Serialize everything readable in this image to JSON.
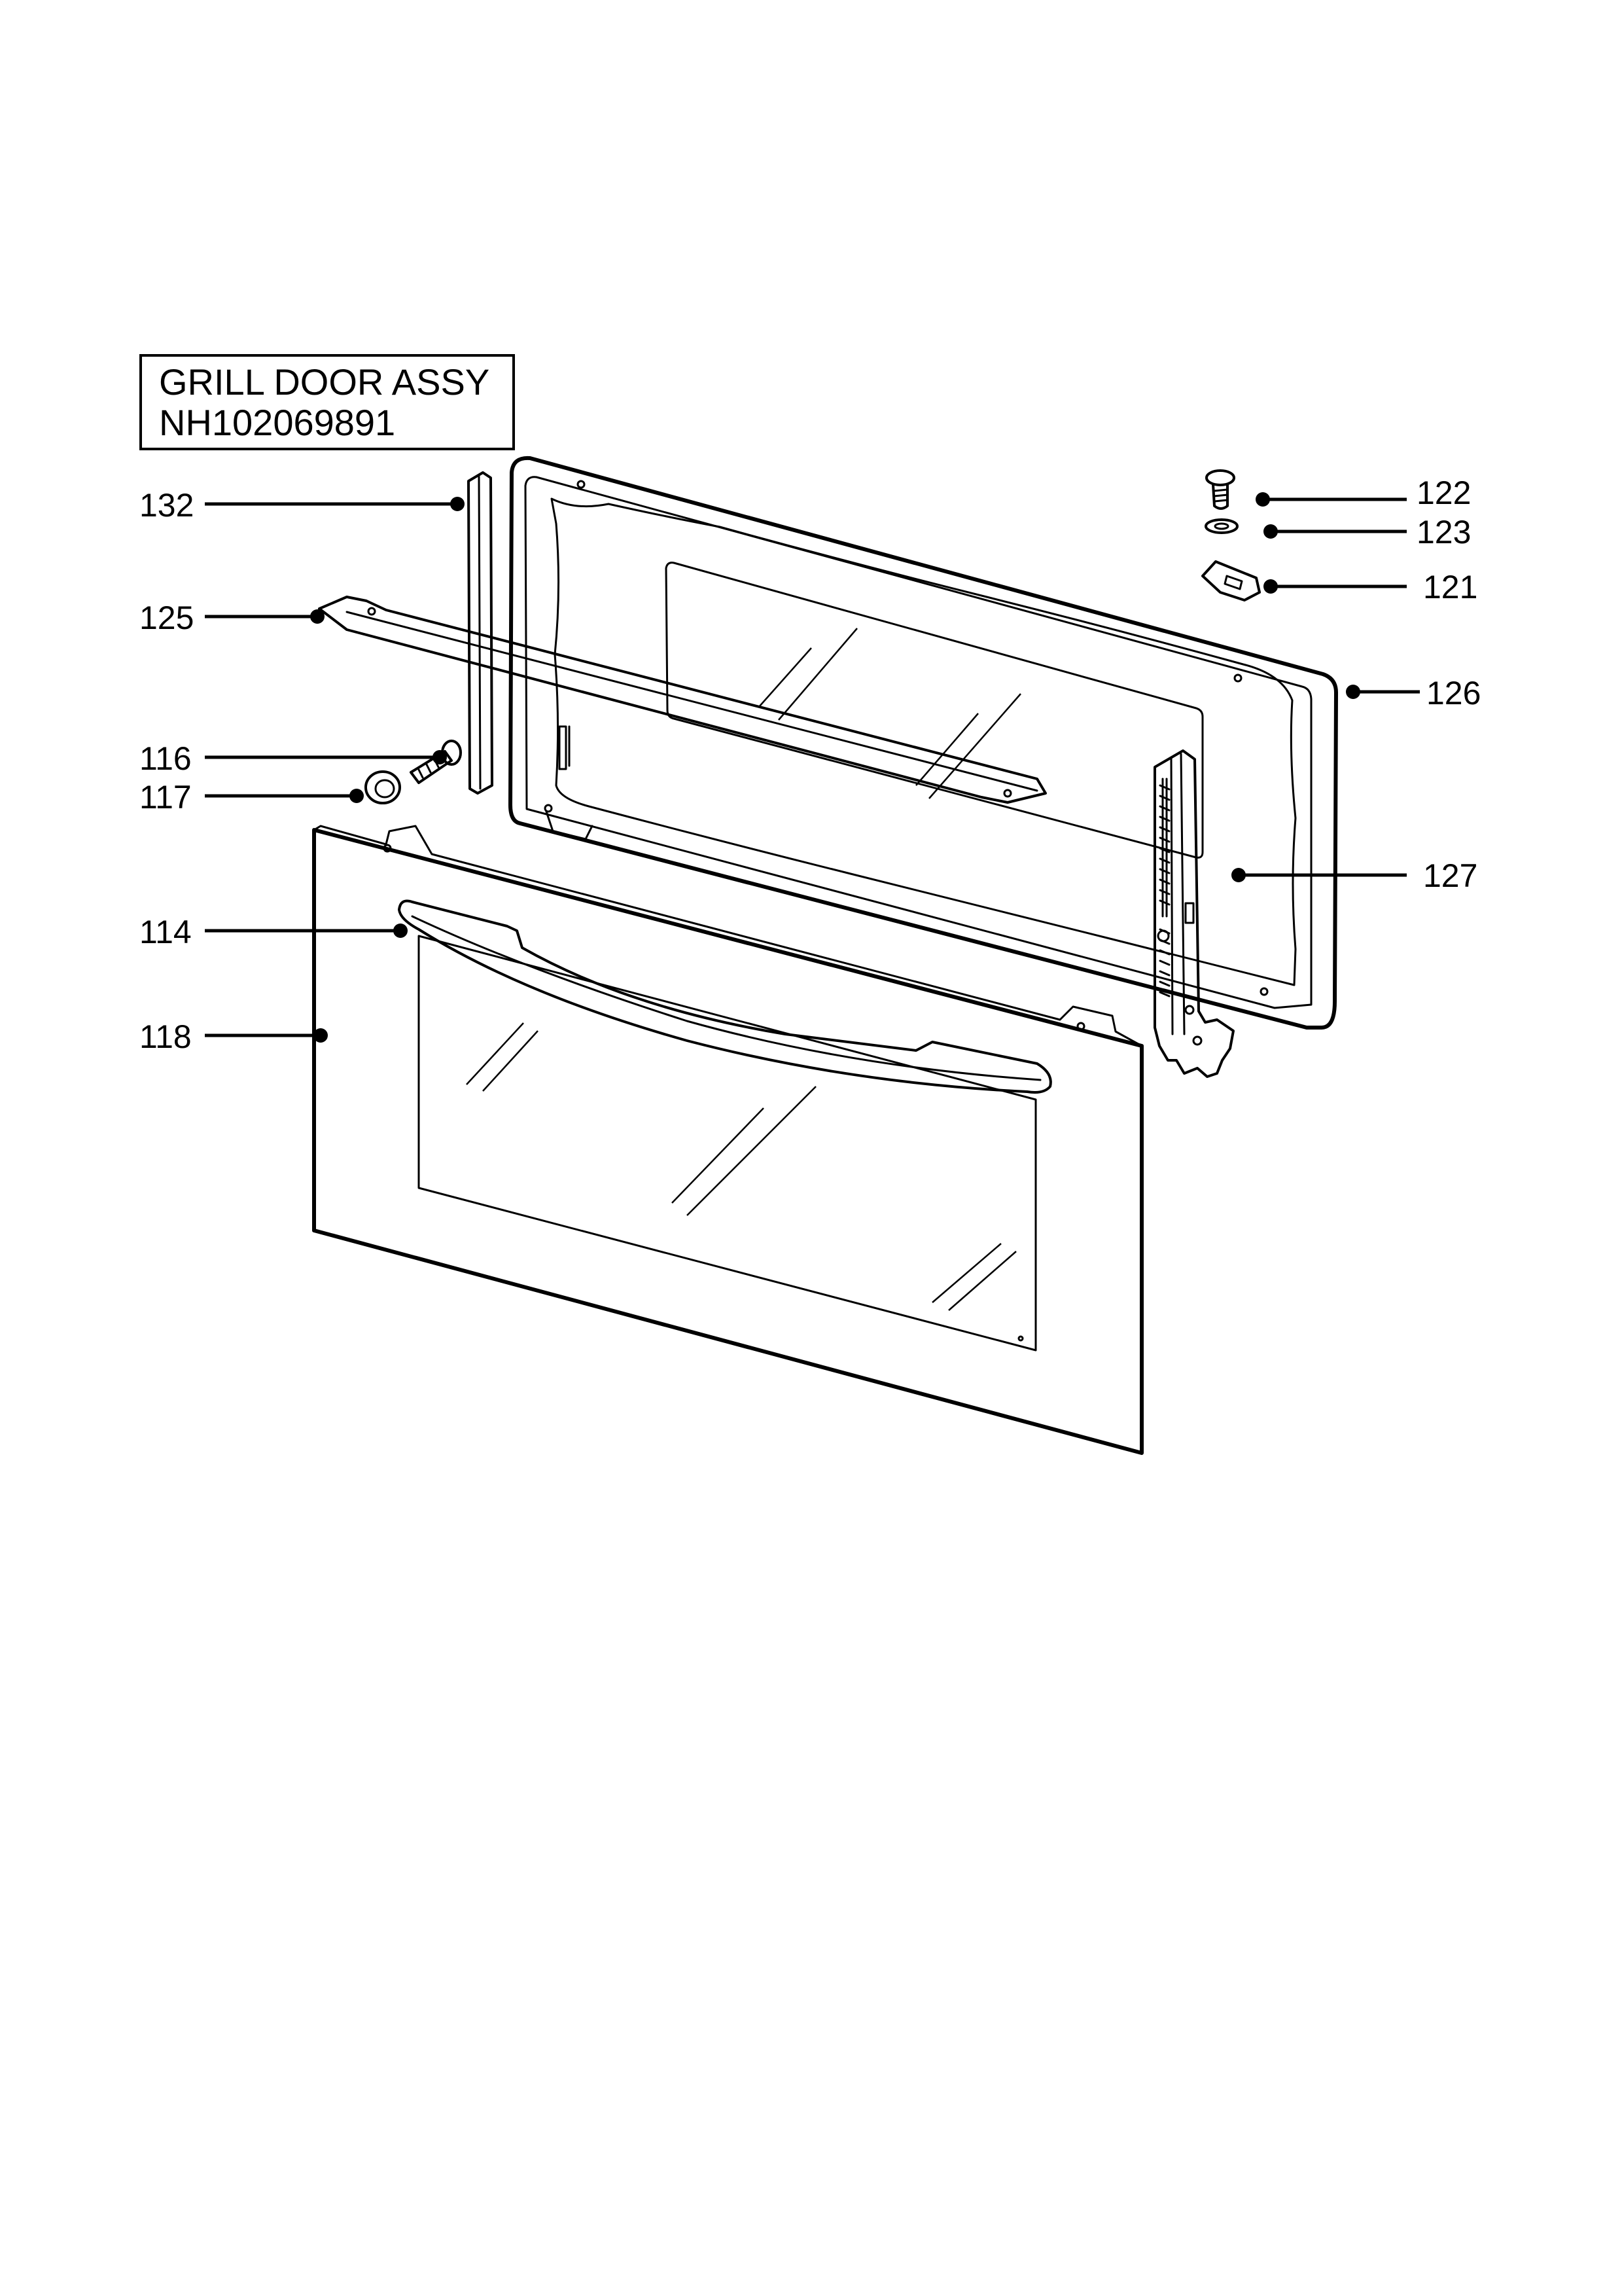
{
  "title_box": {
    "line1": "GRILL DOOR ASSY",
    "line2": "NH102069891"
  },
  "callouts": {
    "c132": "132",
    "c125": "125",
    "c116": "116",
    "c117": "117",
    "c114": "114",
    "c118": "118",
    "c122": "122",
    "c123": "123",
    "c121": "121",
    "c126": "126",
    "c127": "127"
  },
  "parts": {
    "p114": "door-handle",
    "p116": "screw",
    "p117": "spacer-washer",
    "p118": "outer-door-glass-panel",
    "p121": "hinge-clip",
    "p122": "screw",
    "p123": "washer",
    "p125": "top-trim-bracket",
    "p126": "inner-door-frame",
    "p127": "door-hinge",
    "p132": "side-trim-strip"
  }
}
